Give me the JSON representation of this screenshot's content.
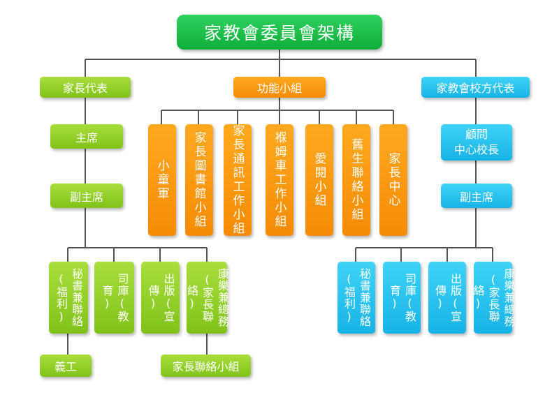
{
  "title": "家教會委員會架構",
  "branches": {
    "parents": "家長代表",
    "functional": "功能小組",
    "school": "家教會校方代表"
  },
  "parents": {
    "chair": "主席",
    "vice_chair": "副主席",
    "secretary": "秘書兼聯絡(福利)",
    "treasurer": "司庫(教育)",
    "publication": "出版(宣傳)",
    "recreation": "康樂兼總務(家長聯絡)",
    "volunteer": "義工",
    "liaison_group": "家長聯絡小組"
  },
  "functional_groups": [
    "小童軍",
    "家長圖書館小組",
    "家長通訊工作小組",
    "褓姆車工作小組",
    "愛閱小組",
    "舊生聯絡小組",
    "家長中心"
  ],
  "school": {
    "advisor_line1": "顧問",
    "advisor_line2": "中心校長",
    "vice_chair": "副主席",
    "secretary": "秘書兼聯絡(福利)",
    "treasurer": "司庫(教育)",
    "publication": "出版(宣傳)",
    "recreation": "康樂兼總務(家長聯絡)"
  },
  "colors": {
    "title": "#1ec04c",
    "parents": "#8ccc22",
    "functional": "#f8960e",
    "school": "#22bdea",
    "connector": "#555555"
  }
}
